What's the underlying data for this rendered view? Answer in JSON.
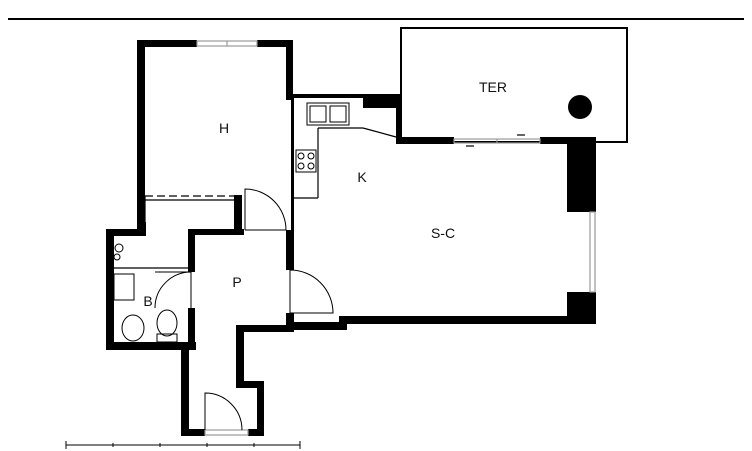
{
  "colors": {
    "wall": "#000000",
    "line": "#000000",
    "background": "#ffffff",
    "window": "#9a9a9a"
  },
  "rooms": {
    "terrace": "TER",
    "bedroom": "H",
    "kitchen": "K",
    "living": "S-C",
    "bathroom": "B",
    "hall": "P"
  }
}
